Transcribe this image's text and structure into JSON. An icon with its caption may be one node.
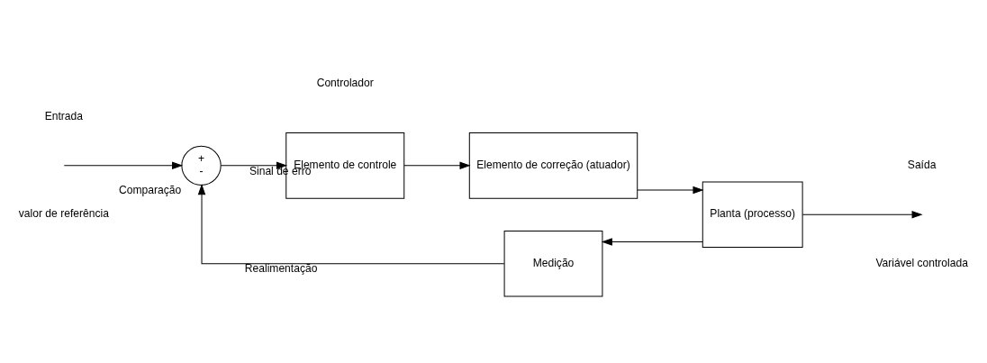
{
  "diagram": {
    "nodes": [
      {
        "text": [
          "+",
          "-"
        ],
        "beside": [
          "Comparação"
        ]
      },
      {
        "text": [
          "Elemento de controle"
        ]
      },
      {
        "text": [
          "Elemento de correção (atuador)"
        ]
      },
      {
        "text": [
          "Planta (processo)"
        ]
      },
      {
        "text": [
          "Medição"
        ]
      }
    ],
    "edges": [
      {
        "from": null,
        "to": 0,
        "arrow": "to"
      },
      {
        "from": 0,
        "to": 1,
        "label": "Sinal de erro",
        "arrow": "to"
      },
      {
        "from": 1,
        "to": 2,
        "arrow": "to"
      },
      {
        "from": 2,
        "to": 3,
        "arrow": "to"
      },
      {
        "from": 3,
        "to": null,
        "arrow": "to"
      },
      {
        "from": 3,
        "to": 4,
        "arrow": "to"
      },
      {
        "from": 4,
        "to": 0,
        "label": "Realimentação",
        "arrow": "to"
      }
    ],
    "labels": [
      "Controlador",
      "Entrada",
      "valor de referência",
      "Saída",
      "Variável controlada"
    ]
  }
}
